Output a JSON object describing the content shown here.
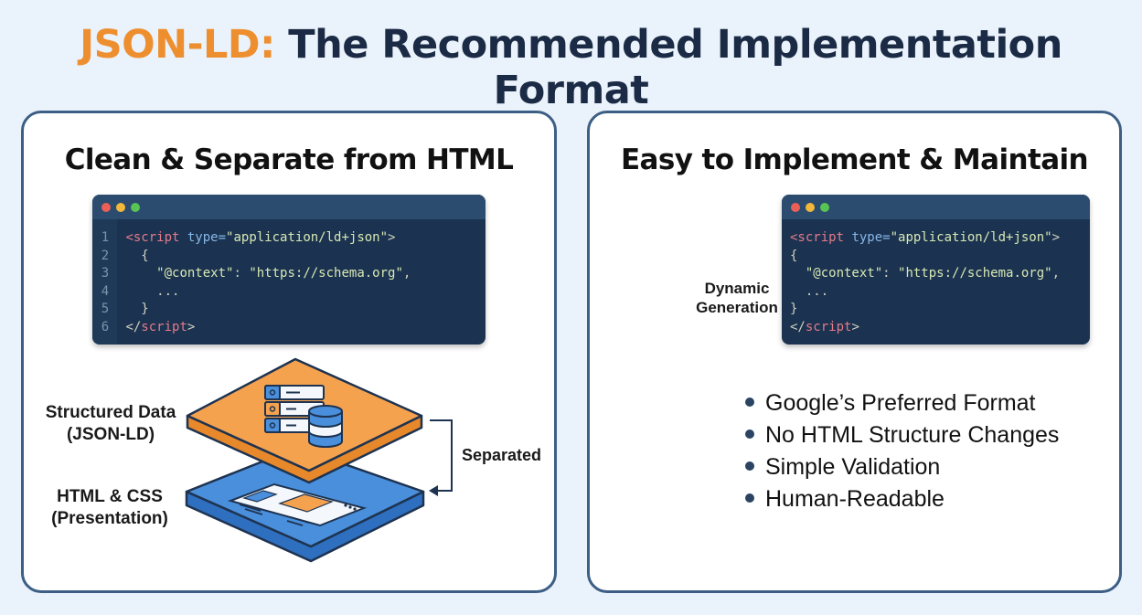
{
  "header": {
    "title_accent": "JSON-LD:",
    "title_rest": " The Recommended Implementation Format"
  },
  "left_panel": {
    "title": "Clean & Separate from HTML",
    "code_window": {
      "lines": [
        {
          "num": "1",
          "indent": "",
          "parts": [
            {
              "t": "<script",
              "c": "tag"
            },
            {
              "t": " type=",
              "c": "attr"
            },
            {
              "t": "\"application/ld+json\"",
              "c": "str"
            },
            {
              "t": ">",
              "c": "dim"
            }
          ]
        },
        {
          "num": "2",
          "indent": "  ",
          "parts": [
            {
              "t": "{",
              "c": "dim"
            }
          ]
        },
        {
          "num": "3",
          "indent": "    ",
          "parts": [
            {
              "t": "\"@context\"",
              "c": "str"
            },
            {
              "t": ": ",
              "c": "dim"
            },
            {
              "t": "\"https://schema.org\"",
              "c": "str"
            },
            {
              "t": ",",
              "c": "dim"
            }
          ]
        },
        {
          "num": "4",
          "indent": "    ",
          "parts": [
            {
              "t": "...",
              "c": "dim"
            }
          ]
        },
        {
          "num": "5",
          "indent": "  ",
          "parts": [
            {
              "t": "}",
              "c": "dim"
            }
          ]
        },
        {
          "num": "6",
          "indent": "",
          "parts": [
            {
              "t": "</",
              "c": "dim"
            },
            {
              "t": "script",
              "c": "tag"
            },
            {
              "t": ">",
              "c": "dim"
            }
          ]
        }
      ]
    },
    "diagram": {
      "top_layer_label_line1": "Structured Data",
      "top_layer_label_line2": "(JSON-LD)",
      "bottom_layer_label_line1": "HTML & CSS",
      "bottom_layer_label_line2": "(Presentation)",
      "connector_label": "Separated",
      "icons": [
        "server-stack-icon",
        "database-icon",
        "webpage-layout-icon"
      ]
    }
  },
  "right_panel": {
    "title": "Easy to Implement & Maintain",
    "flow_label_line1": "Dynamic",
    "flow_label_line2": "Generation",
    "code_window": {
      "lines": [
        {
          "indent": "",
          "parts": [
            {
              "t": "<script",
              "c": "tag"
            },
            {
              "t": " type=",
              "c": "attr"
            },
            {
              "t": "\"application/ld+json\"",
              "c": "str"
            },
            {
              "t": ">",
              "c": "dim"
            }
          ]
        },
        {
          "indent": "",
          "parts": [
            {
              "t": "{",
              "c": "dim"
            }
          ]
        },
        {
          "indent": "  ",
          "parts": [
            {
              "t": "\"@context\"",
              "c": "str"
            },
            {
              "t": ": ",
              "c": "dim"
            },
            {
              "t": "\"https://schema.org\"",
              "c": "str"
            },
            {
              "t": ",",
              "c": "dim"
            }
          ]
        },
        {
          "indent": "  ",
          "parts": [
            {
              "t": "...",
              "c": "dim"
            }
          ]
        },
        {
          "indent": "",
          "parts": [
            {
              "t": "}",
              "c": "dim"
            }
          ]
        },
        {
          "indent": "",
          "parts": [
            {
              "t": "</",
              "c": "dim"
            },
            {
              "t": "script",
              "c": "tag"
            },
            {
              "t": ">",
              "c": "dim"
            }
          ]
        }
      ]
    },
    "benefits": [
      "Google’s Preferred Format",
      "No HTML Structure Changes",
      "Simple Validation",
      "Human-Readable"
    ],
    "icons": [
      "database-icon",
      "arrow-right-icon",
      "clipboard-checklist-icon",
      "thumbs-up-icon"
    ]
  },
  "colors": {
    "background": "#eaf2fb",
    "accent_orange": "#ee8f2f",
    "navy": "#1b2b45",
    "panel_border": "#3d5f85",
    "code_bg": "#1b3350",
    "blue_layer": "#4a8fdb"
  }
}
